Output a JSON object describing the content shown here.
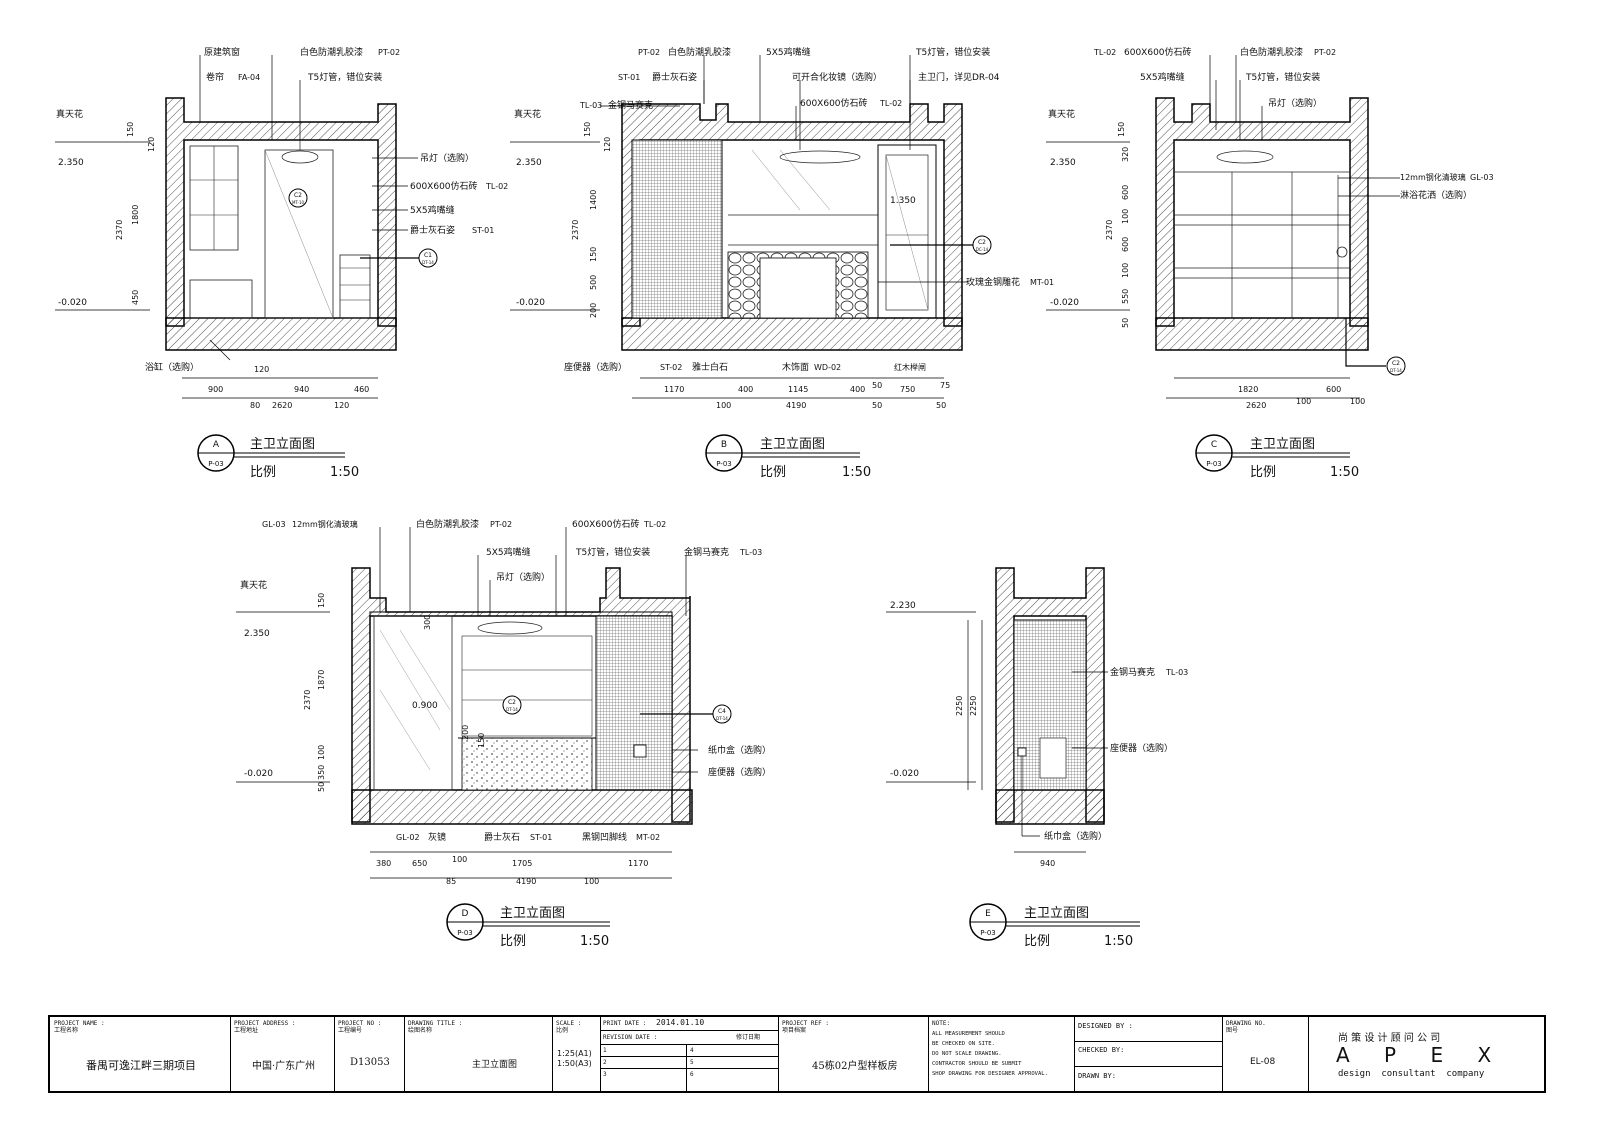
{
  "common": {
    "ceiling": "真天花",
    "level_ceiling": "2.350",
    "level_floor": "-0.020"
  },
  "view_a": {
    "title": "主卫立面图",
    "scale_label": "比例",
    "scale": "1:50",
    "letter": "A",
    "sheet": "P-03",
    "labels": [
      "原建筑窗",
      "卷帘",
      "FA-04",
      "白色防潮乳胶漆",
      "PT-02",
      "T5灯管，错位安装",
      "吊灯（选购）",
      "600X600仿石砖",
      "TL-02",
      "5X5鸡嘴缝",
      "爵士灰石姿",
      "ST-01",
      "浴缸（选购）"
    ],
    "dims_v": [
      "150",
      "120",
      "2370",
      "1800",
      "450"
    ],
    "dims_h": [
      "120",
      "900",
      "940",
      "460",
      "80",
      "2620",
      "120"
    ],
    "callouts": [
      "C2",
      "MT-10",
      "C1",
      "DT-14"
    ]
  },
  "view_b": {
    "title": "主卫立面图",
    "scale_label": "比例",
    "scale": "1:50",
    "letter": "B",
    "sheet": "P-03",
    "labels": [
      "PT-02",
      "白色防潮乳胶漆",
      "5X5鸡嘴缝",
      "T5灯管，错位安装",
      "ST-01",
      "爵士灰石姿",
      "可开合化妆镜（选购）",
      "主卫门，详见DR-04",
      "TL-03",
      "金钢马赛克",
      "600X600仿石砖",
      "TL-02",
      "1.350",
      "玫瑰金钢雕花",
      "MT-01",
      "座便器（选购）",
      "ST-02",
      "雅士白石",
      "木饰面",
      "WD-02",
      "红木榉闸"
    ],
    "dims_v": [
      "150",
      "120",
      "2370",
      "1400",
      "150",
      "500",
      "200"
    ],
    "dims_h": [
      "1170",
      "400",
      "1145",
      "400",
      "50",
      "750",
      "75",
      "100",
      "4190",
      "50",
      "50"
    ],
    "callouts": [
      "C2",
      "DC-14"
    ]
  },
  "view_c": {
    "title": "主卫立面图",
    "scale_label": "比例",
    "scale": "1:50",
    "letter": "C",
    "sheet": "P-03",
    "labels": [
      "TL-02",
      "600X600仿石砖",
      "白色防潮乳胶漆",
      "PT-02",
      "5X5鸡嘴缝",
      "T5灯管，错位安装",
      "吊灯（选购）",
      "12mm钢化清玻璃",
      "GL-03",
      "淋浴花洒（选购）"
    ],
    "dims_v": [
      "150",
      "320",
      "2370",
      "600",
      "100",
      "600",
      "100",
      "550",
      "50"
    ],
    "dims_h": [
      "1820",
      "600",
      "2620",
      "100",
      "100"
    ],
    "callouts": [
      "C2",
      "DT-14"
    ]
  },
  "view_d": {
    "title": "主卫立面图",
    "scale_label": "比例",
    "scale": "1:50",
    "letter": "D",
    "sheet": "P-03",
    "labels": [
      "GL-03",
      "12mm钢化清玻璃",
      "白色防潮乳胶漆",
      "PT-02",
      "600X600仿石砖",
      "TL-02",
      "5X5鸡嘴缝",
      "T5灯管，错位安装",
      "金钢马赛克",
      "TL-03",
      "吊灯（选购）",
      "0.900",
      "纸巾盒（选购）",
      "座便器（选购）",
      "GL-02",
      "灰镜",
      "爵士灰石",
      "ST-01",
      "黑钢凹脚线",
      "MT-02"
    ],
    "dims_v": [
      "150",
      "2370",
      "1870",
      "300",
      "100",
      "350",
      "50",
      "200",
      "150"
    ],
    "dims_h": [
      "380",
      "650",
      "100",
      "1705",
      "1170",
      "85",
      "4190",
      "100"
    ],
    "callouts": [
      "C2",
      "DT-14",
      "C4",
      "DT-14"
    ]
  },
  "view_e": {
    "title": "主卫立面图",
    "scale_label": "比例",
    "scale": "1:50",
    "letter": "E",
    "sheet": "P-03",
    "level_top": "2.230",
    "labels": [
      "金钢马赛克",
      "TL-03",
      "座便器（选购）",
      "纸巾盒（选购）"
    ],
    "dims_v": [
      "2250",
      "2250"
    ],
    "dims_h": [
      "940"
    ]
  },
  "title_block": {
    "project_name_label": "PROJECT NAME :\n工程名称",
    "project_name": "番禺可逸江畔三期项目",
    "project_address_label": "PROJECT ADDRESS :\n工程地址",
    "project_address": "中国·广东广州",
    "project_no_label": "PROJECT NO :\n工程编号",
    "project_no": "D13053",
    "drawing_title_label": "DRAWING TITLE :\n绘图名称",
    "drawing_title": "主卫立面图",
    "scale_label": "SCALE :\n比例",
    "scale_value": "1:25(A1)\n1:50(A3)",
    "print_date_label": "PRINT DATE :",
    "print_date": "2014.01.10",
    "revision_label": "REVISION DATE :",
    "revision_note": "修订日期",
    "rev_rows": [
      "1",
      "2",
      "3",
      "4",
      "5",
      "6"
    ],
    "project_ref_label": "PROJECT REF :\n项目档案",
    "project_ref": "45栋02户型样板房",
    "note_label": "NOTE:",
    "note_text": "ALL MEASUREMENT SHOULD\nBE CHECKED ON SITE.\nDO NOT SCALE DRAWING.\nCONTRACTOR SHOULD BE SUBMIT\nSHOP DRAWING FOR DESIGNER APPROVAL.",
    "designed_by": "DESIGNED BY :",
    "checked_by": "CHECKED BY:",
    "drawn_by": "DRAWN BY:",
    "drawing_no_label": "DRAWING NO.\n图号",
    "drawing_no": "EL-08",
    "company_cn": "尚 策 设 计 顾 问 公 司",
    "company_logo": "A P E X",
    "company_en": "design  consultant  company"
  }
}
